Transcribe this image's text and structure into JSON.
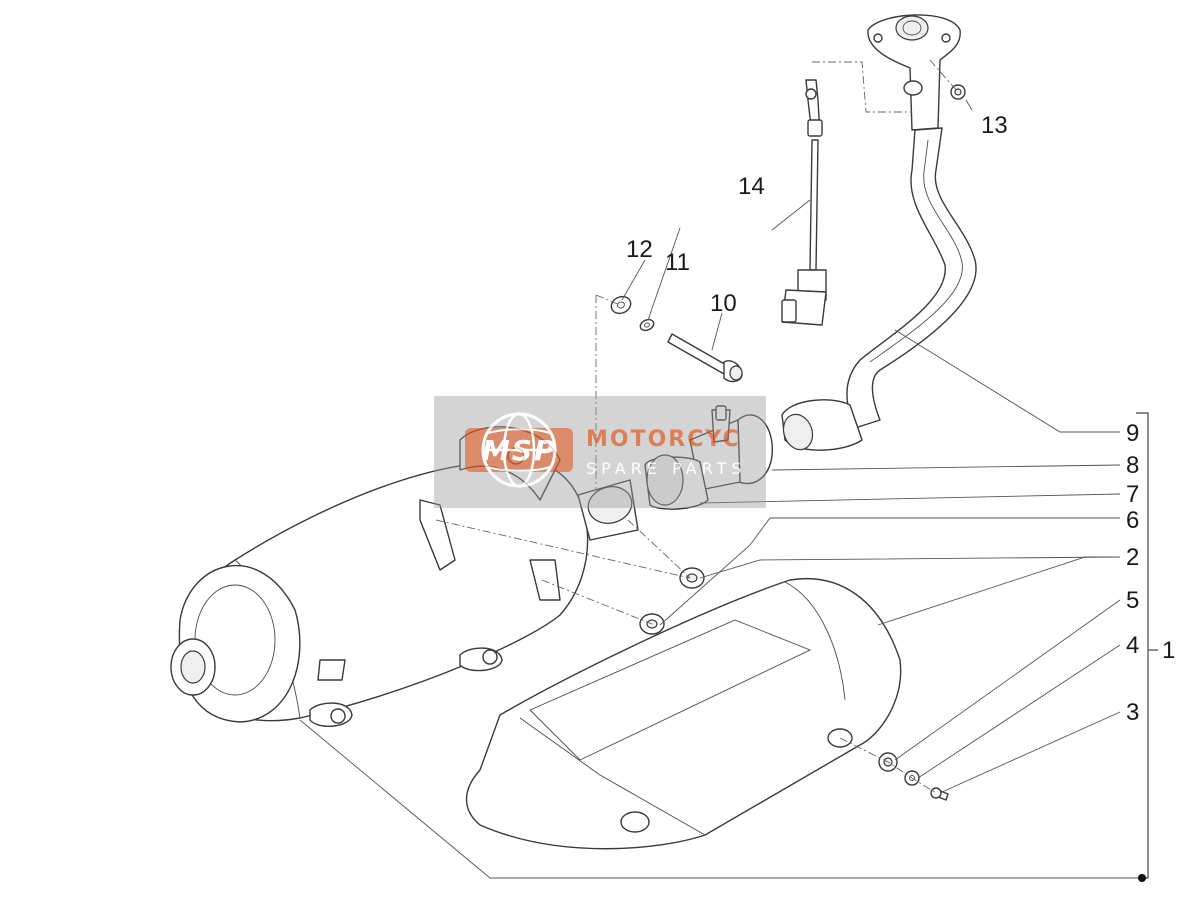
{
  "diagram": {
    "type": "exploded-parts-diagram",
    "callouts": [
      {
        "id": "c1",
        "label": "1"
      },
      {
        "id": "c2",
        "label": "2"
      },
      {
        "id": "c3",
        "label": "3"
      },
      {
        "id": "c4",
        "label": "4"
      },
      {
        "id": "c5",
        "label": "5"
      },
      {
        "id": "c6",
        "label": "6"
      },
      {
        "id": "c7",
        "label": "7"
      },
      {
        "id": "c8",
        "label": "8"
      },
      {
        "id": "c9",
        "label": "9"
      },
      {
        "id": "c10",
        "label": "10"
      },
      {
        "id": "c11",
        "label": "11"
      },
      {
        "id": "c12",
        "label": "12"
      },
      {
        "id": "c13",
        "label": "13"
      },
      {
        "id": "c14",
        "label": "14"
      }
    ]
  },
  "watermark": {
    "logo_text": "MSP",
    "title": "MOTORCYC",
    "subtitle": "SPARE PARTS",
    "color": "#d35a2a",
    "background": "#9a9a9a"
  }
}
